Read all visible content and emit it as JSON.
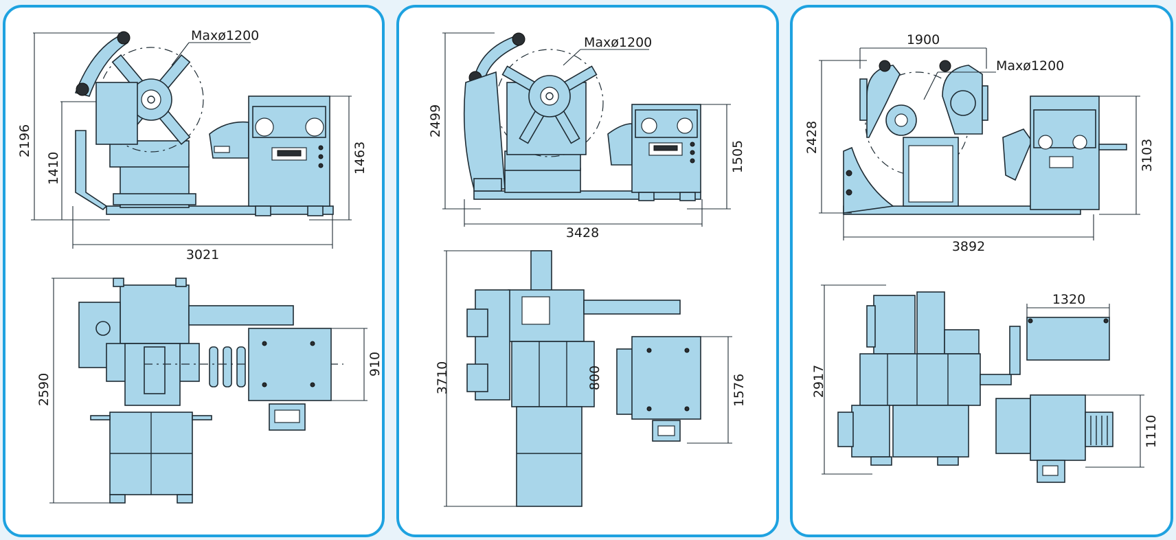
{
  "panels": [
    {
      "side_view": {
        "max_diameter": "Maxø1200",
        "overall_height": "2196",
        "axis_height": "1410",
        "leveler_height": "1463",
        "overall_length": "3021"
      },
      "top_view": {
        "overall_depth": "2590",
        "leveler_width": "910"
      }
    },
    {
      "side_view": {
        "max_diameter": "Maxø1200",
        "overall_height": "2499",
        "leveler_height": "1505",
        "overall_length": "3428"
      },
      "top_view": {
        "overall_depth": "3710",
        "decoiler_width": "800",
        "leveler_width": "1576"
      }
    },
    {
      "side_view": {
        "max_diameter": "Maxø1200",
        "arm_span": "1900",
        "overall_height": "2428",
        "leveler_height": "3103",
        "overall_length": "3892"
      },
      "top_view": {
        "overall_depth": "2917",
        "table_width": "1320",
        "leveler_width": "1110"
      }
    }
  ],
  "colors": {
    "panel_border": "#1ea2e0",
    "page_background": "#e8f3fa",
    "machine_fill": "#a9d6ea"
  }
}
